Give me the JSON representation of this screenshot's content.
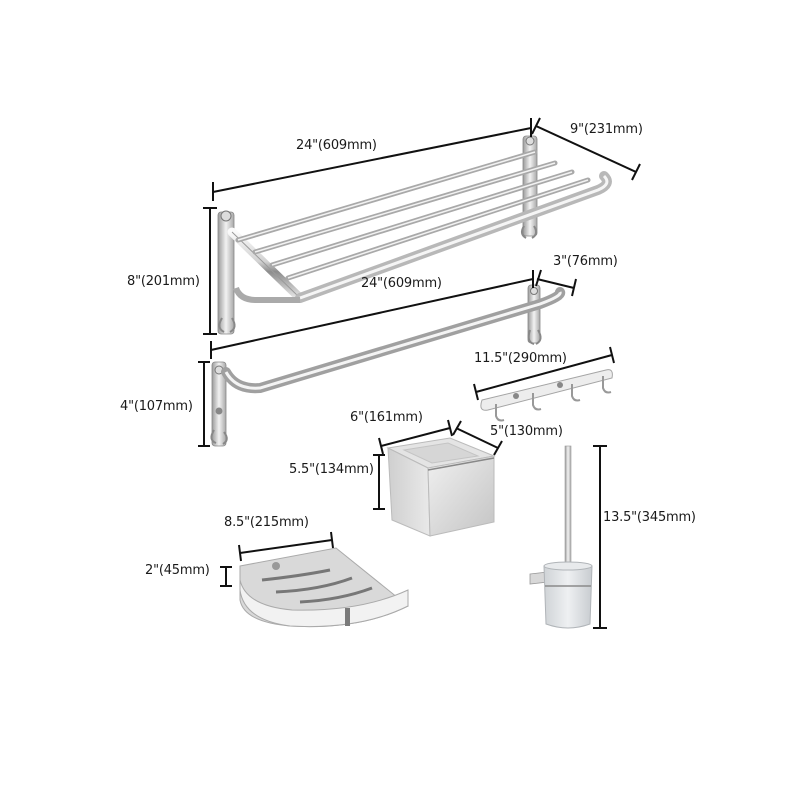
{
  "diagram": {
    "type": "product-dimension-sheet",
    "background": "#ffffff",
    "line_color": "#111111",
    "metal_colors": {
      "highlight": "#f4f4f4",
      "mid": "#c9c9c9",
      "shadow": "#8a8a8a",
      "dark": "#555555"
    },
    "products": [
      {
        "id": "towel-rack-shelf",
        "name": "Folding towel rack shelf",
        "dimensions": {
          "length": "24\"(609mm)",
          "depth": "9\"(231mm)",
          "height": "8\"(201mm)"
        }
      },
      {
        "id": "towel-bar",
        "name": "Towel bar",
        "dimensions": {
          "length": "24\"(609mm)",
          "depth": "3\"(76mm)",
          "height": "4\"(107mm)"
        }
      },
      {
        "id": "hook-rail",
        "name": "Robe hook rail (4 hooks)",
        "dimensions": {
          "length": "11.5\"(290mm)"
        }
      },
      {
        "id": "tissue-box",
        "name": "Toilet paper holder box",
        "dimensions": {
          "width": "6\"(161mm)",
          "depth": "5\"(130mm)",
          "height": "5.5\"(134mm)"
        }
      },
      {
        "id": "corner-shelf",
        "name": "Corner shower caddy shelf",
        "dimensions": {
          "width": "8.5\"(215mm)",
          "height": "2\"(45mm)"
        }
      },
      {
        "id": "toilet-brush",
        "name": "Toilet brush holder",
        "dimensions": {
          "height": "13.5\"(345mm)"
        }
      }
    ]
  }
}
